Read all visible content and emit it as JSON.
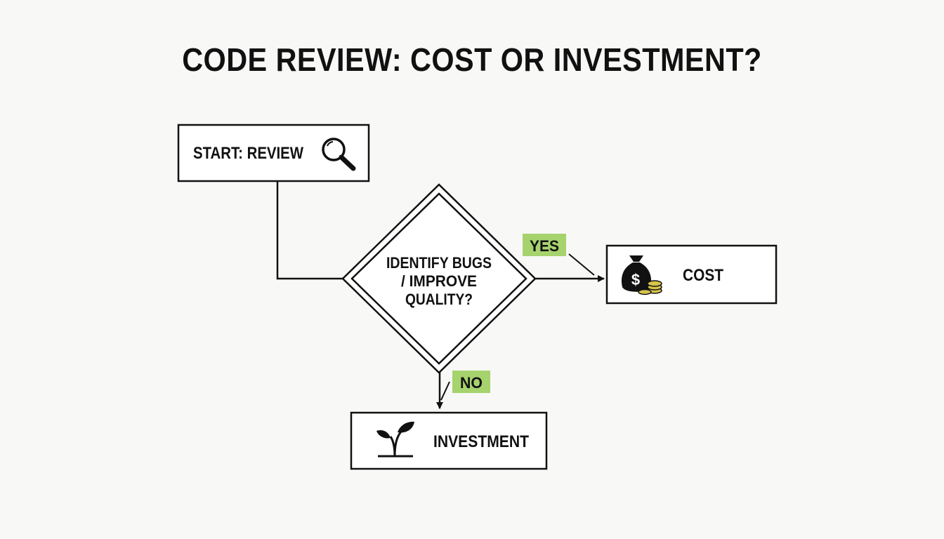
{
  "title": "CODE REVIEW: COST OR INVESTMENT?",
  "nodes": {
    "start": {
      "label": "START: REVIEW",
      "icon": "magnifying-glass-icon"
    },
    "decision": {
      "lines": [
        "IDENTIFY BUGS",
        "/ IMPROVE",
        "QUALITY?"
      ]
    },
    "cost": {
      "label": "COST",
      "icon": "money-bag-icon"
    },
    "investment": {
      "label": "INVESTMENT",
      "icon": "sprout-icon"
    }
  },
  "edges": {
    "yes": {
      "label": "YES"
    },
    "no": {
      "label": "NO"
    }
  },
  "colors": {
    "label_badge": "#a6d36e",
    "stroke": "#111111",
    "coin": "#d6c44a",
    "background": "#f8f8f7"
  }
}
